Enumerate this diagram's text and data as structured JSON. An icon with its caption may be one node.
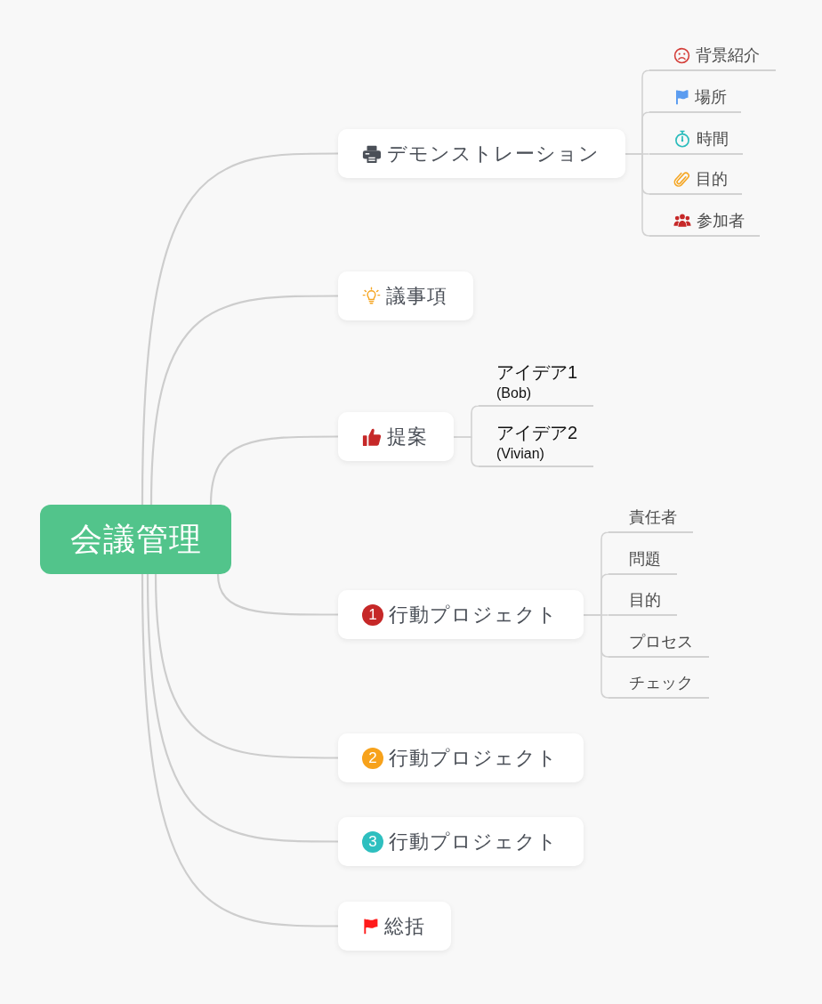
{
  "diagram": {
    "nodes": [
      {
        "text": [
          "会議管理"
        ]
      },
      {
        "text": [
          "デモンストレーション"
        ]
      },
      {
        "text": [
          "背景紹介"
        ]
      },
      {
        "text": [
          "場所"
        ]
      },
      {
        "text": [
          "時間"
        ]
      },
      {
        "text": [
          "目的"
        ]
      },
      {
        "text": [
          "参加者"
        ]
      },
      {
        "text": [
          "議事項"
        ]
      },
      {
        "text": [
          "提案"
        ]
      },
      {
        "text": [
          "アイデア1",
          "(Bob)"
        ]
      },
      {
        "text": [
          "アイデア2",
          "(Vivian)"
        ]
      },
      {
        "text": [
          "1",
          "行動プロジェクト"
        ]
      },
      {
        "text": [
          "責任者"
        ]
      },
      {
        "text": [
          "問題"
        ]
      },
      {
        "text": [
          "目的"
        ]
      },
      {
        "text": [
          "プロセス"
        ]
      },
      {
        "text": [
          "チェック"
        ]
      },
      {
        "text": [
          "2",
          "行動プロジェクト"
        ]
      },
      {
        "text": [
          "3",
          "行動プロジェクト"
        ]
      },
      {
        "text": [
          "総括"
        ]
      }
    ],
    "edges": [
      {
        "from": 0,
        "to": 1,
        "arrow": "none"
      },
      {
        "from": 0,
        "to": 7,
        "arrow": "none"
      },
      {
        "from": 0,
        "to": 8,
        "arrow": "none"
      },
      {
        "from": 0,
        "to": 11,
        "arrow": "none"
      },
      {
        "from": 0,
        "to": 17,
        "arrow": "none"
      },
      {
        "from": 0,
        "to": 18,
        "arrow": "none"
      },
      {
        "from": 0,
        "to": 19,
        "arrow": "none"
      },
      {
        "from": 1,
        "to": 2,
        "arrow": "none"
      },
      {
        "from": 1,
        "to": 3,
        "arrow": "none"
      },
      {
        "from": 1,
        "to": 4,
        "arrow": "none"
      },
      {
        "from": 1,
        "to": 5,
        "arrow": "none"
      },
      {
        "from": 1,
        "to": 6,
        "arrow": "none"
      },
      {
        "from": 8,
        "to": 9,
        "arrow": "none"
      },
      {
        "from": 8,
        "to": 10,
        "arrow": "none"
      },
      {
        "from": 11,
        "to": 12,
        "arrow": "none"
      },
      {
        "from": 11,
        "to": 13,
        "arrow": "none"
      },
      {
        "from": 11,
        "to": 14,
        "arrow": "none"
      },
      {
        "from": 11,
        "to": 15,
        "arrow": "none"
      },
      {
        "from": 11,
        "to": 16,
        "arrow": "none"
      }
    ]
  }
}
